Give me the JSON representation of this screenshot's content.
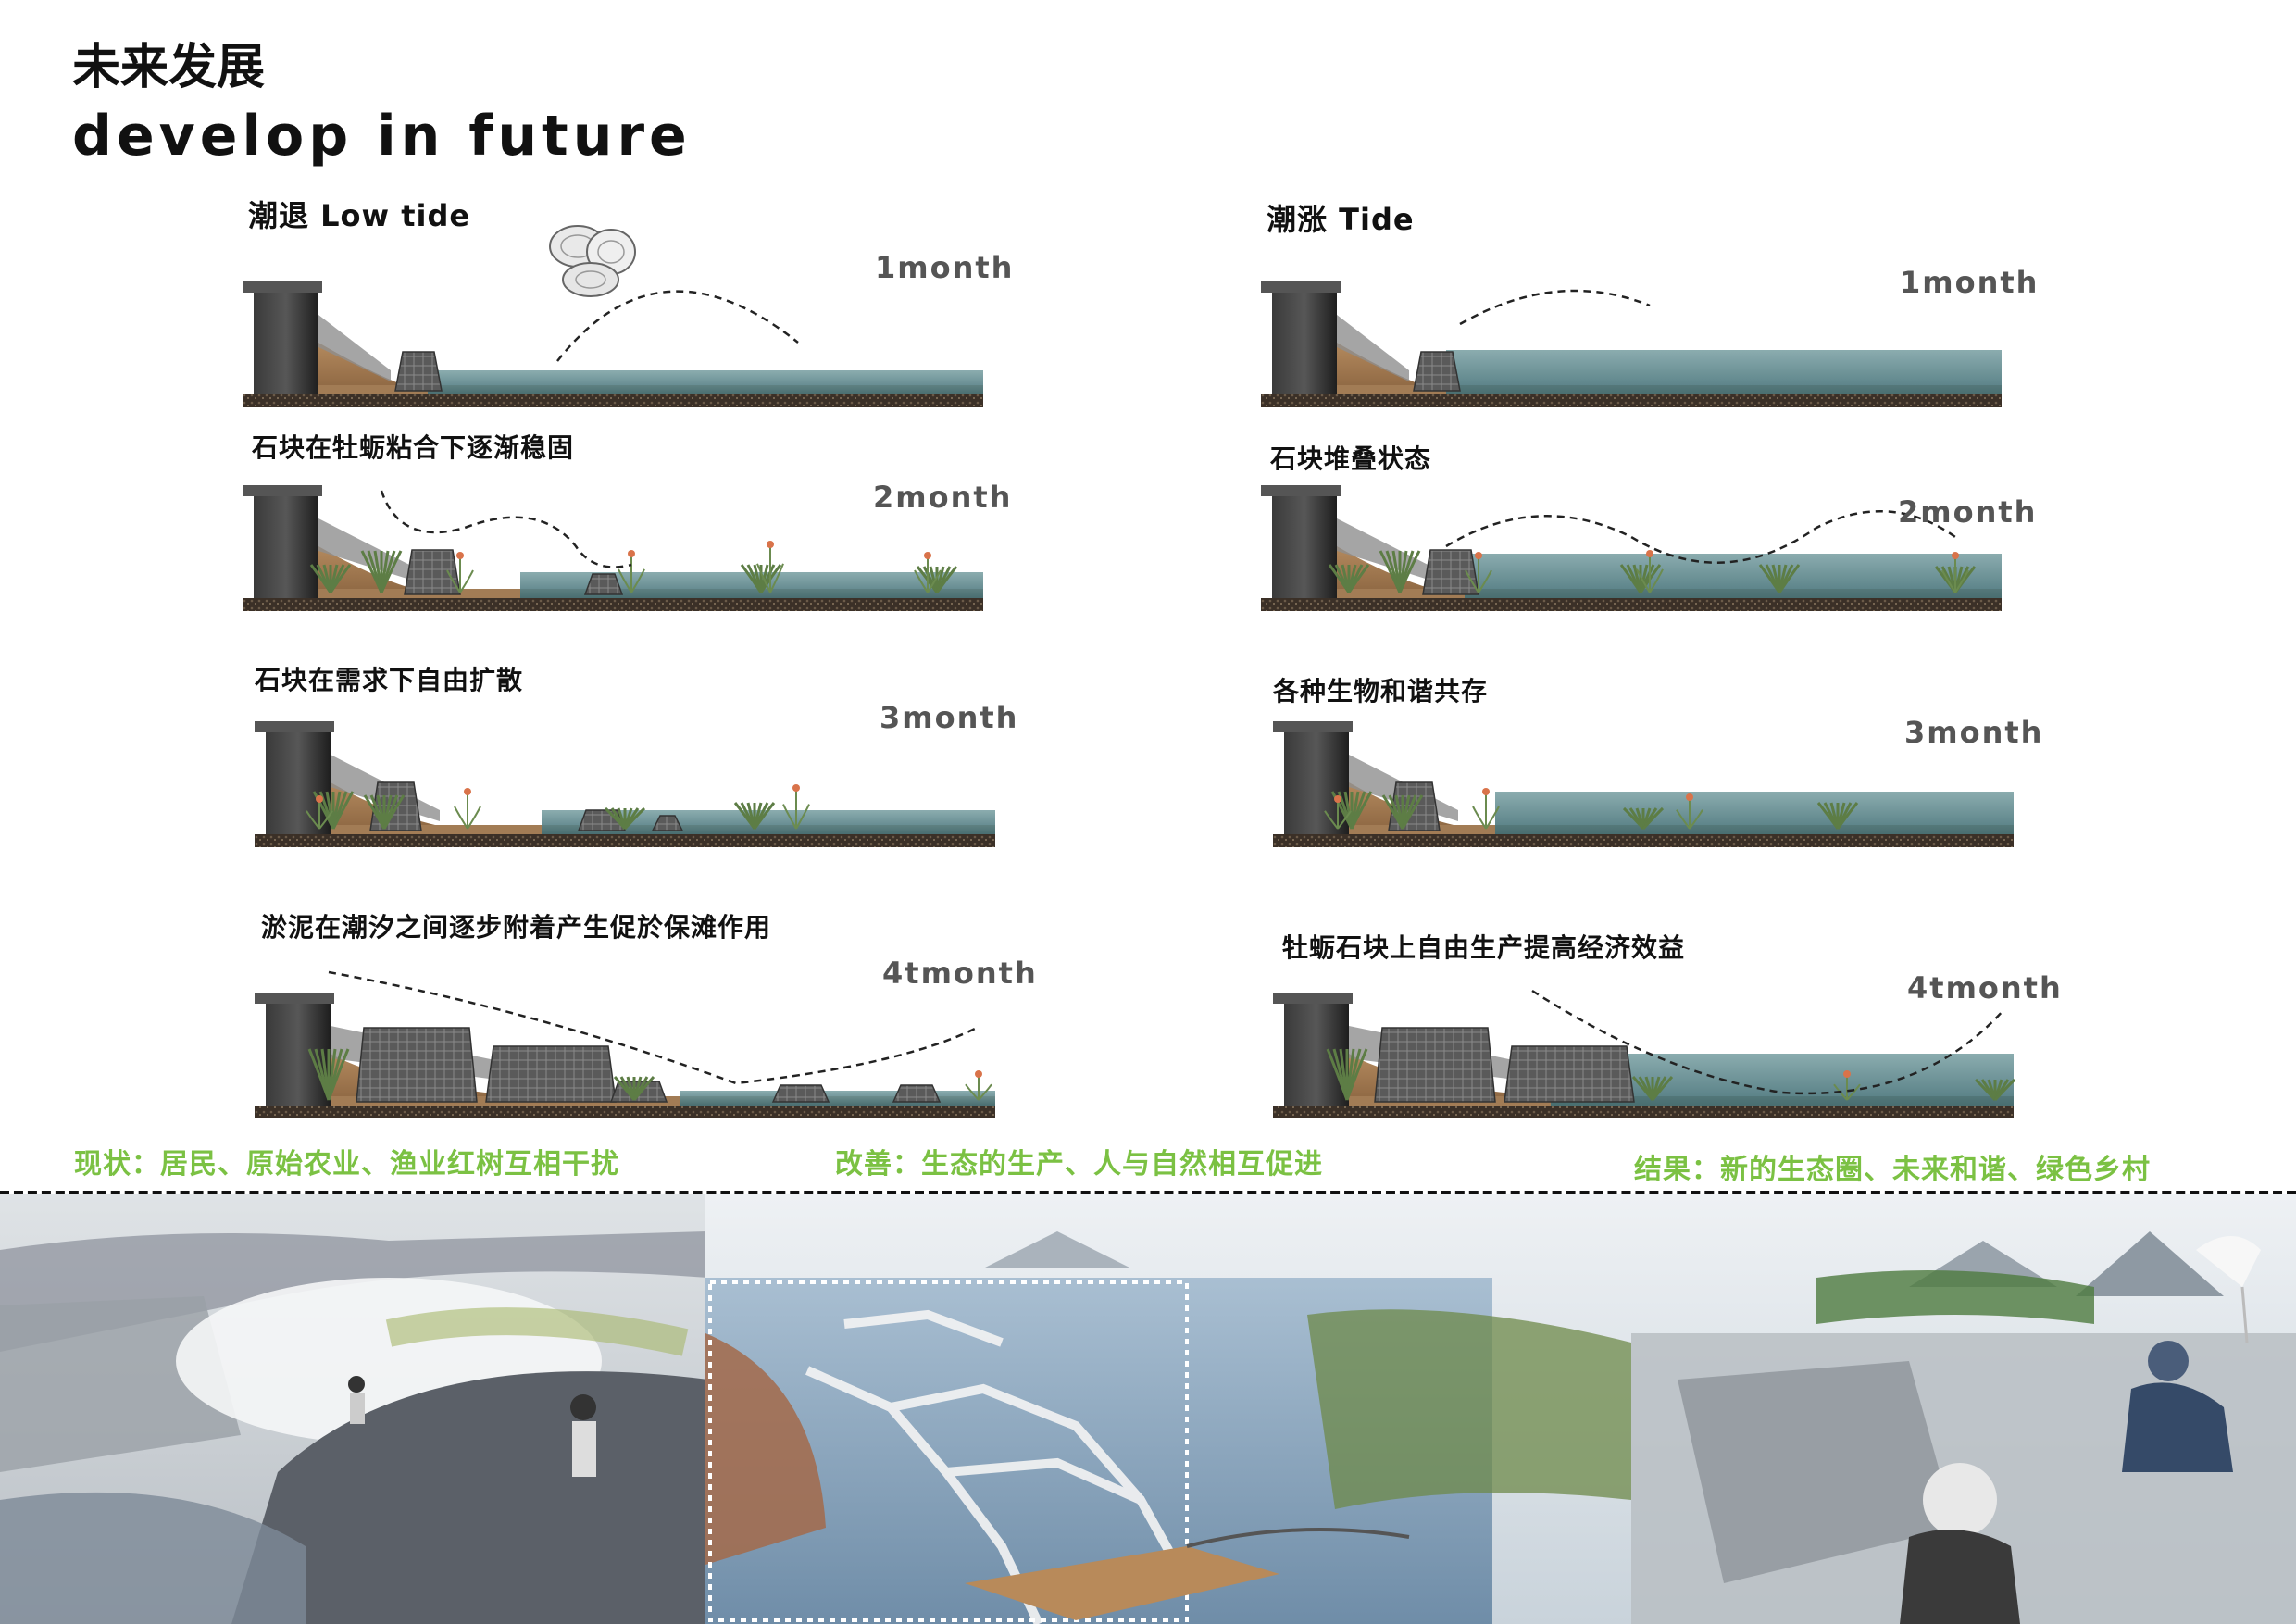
{
  "header": {
    "title_cn": "未来发展",
    "title_en": "develop in future"
  },
  "columns": {
    "left": {
      "heading": "潮退 Low tide"
    },
    "right": {
      "heading": "潮涨 Tide"
    }
  },
  "stages_left": [
    {
      "caption": "",
      "month": "1month"
    },
    {
      "caption": "石块在牡蛎粘合下逐渐稳固",
      "month": "2month"
    },
    {
      "caption": "石块在需求下自由扩散",
      "month": "3month"
    },
    {
      "caption": "淤泥在潮汐之间逐步附着产生促於保滩作用",
      "month": "4tmonth"
    }
  ],
  "stages_right": [
    {
      "caption": "",
      "month": "1month"
    },
    {
      "caption": "石块堆叠状态",
      "month": "2month"
    },
    {
      "caption": "各种生物和谐共存",
      "month": "3month"
    },
    {
      "caption": "牡蛎石块上自由生产提高经济效益",
      "month": "4tmonth"
    }
  ],
  "bottom": {
    "status": "现状：居民、原始农业、渔业红树互相干扰",
    "improve": "改善：生态的生产、人与自然相互促进",
    "result": "结果：新的生态圈、未来和谐、绿色乡村"
  },
  "colors": {
    "accent_green": "#7bc143",
    "water": "#5f8a90",
    "soil": "#a9825c",
    "wall": "#2e2e2e"
  }
}
